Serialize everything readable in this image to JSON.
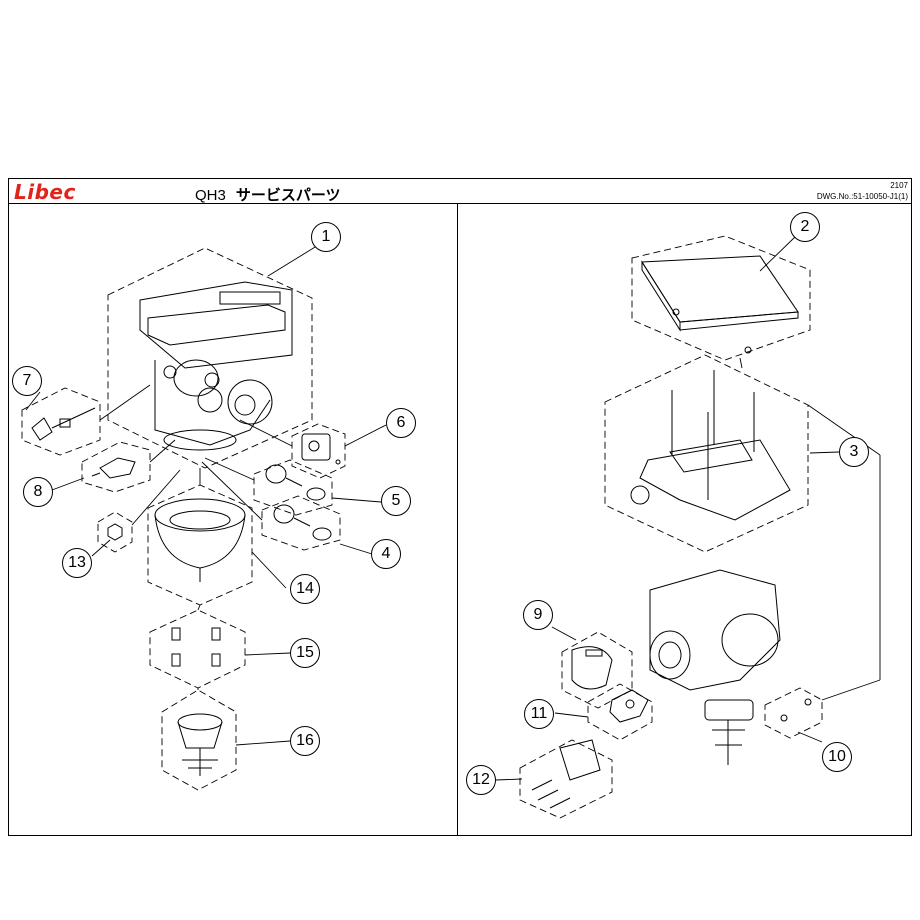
{
  "header": {
    "logo_text": "Libec",
    "model": "QH3",
    "title_jp": "サービスパーツ",
    "revision": "2107",
    "drawing_number": "DWG.No.:51-10050-J1(1)"
  },
  "parts": {
    "p1": "1",
    "p2": "2",
    "p3": "3",
    "p4": "4",
    "p5": "5",
    "p6": "6",
    "p7": "7",
    "p8": "8",
    "p9": "9",
    "p10": "10",
    "p11": "11",
    "p12": "12",
    "p13": "13",
    "p14": "14",
    "p15": "15",
    "p16": "16"
  },
  "colors": {
    "logo": "#e2231a",
    "line": "#000000"
  }
}
